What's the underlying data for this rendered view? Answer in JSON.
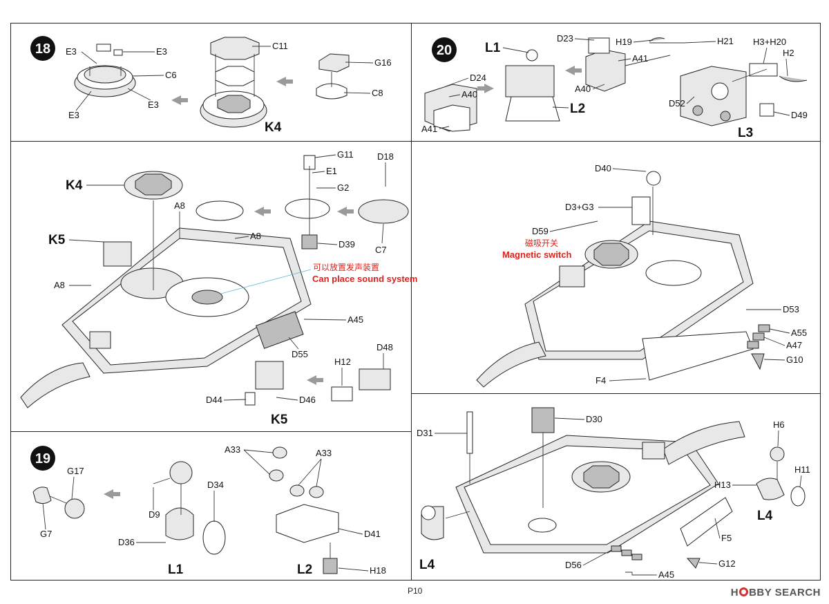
{
  "steps": {
    "s18": "18",
    "s19": "19",
    "s20": "20"
  },
  "panel18": {
    "labels": [
      "E3",
      "E3",
      "C6",
      "E3",
      "E3",
      "C11",
      "G16",
      "C8"
    ],
    "sub": "K4"
  },
  "panel20": {
    "labels": [
      "D24",
      "A40",
      "A41",
      "D23",
      "H19",
      "H21",
      "A41",
      "A40",
      "D52",
      "H3+H20",
      "H2",
      "D49"
    ],
    "subs": [
      "L1",
      "L2",
      "L3"
    ]
  },
  "panelK": {
    "labels": [
      "A8",
      "A8",
      "A8",
      "G11",
      "E1",
      "G2",
      "D18",
      "D39",
      "C7",
      "A45",
      "D55",
      "H12",
      "D48",
      "D44",
      "D46"
    ],
    "subs": [
      "K4",
      "K5",
      "K5"
    ],
    "note_cn": "可以放置发声装置",
    "note_en": "Can place sound system"
  },
  "panelM": {
    "labels": [
      "D40",
      "D3+G3",
      "D59",
      "D53",
      "A55",
      "A47",
      "G10",
      "F4"
    ],
    "note_cn": "磁吸开关",
    "note_en": "Magnetic switch"
  },
  "panel19": {
    "labels": [
      "G17",
      "G7",
      "D9",
      "D34",
      "D36",
      "A33",
      "A33",
      "D41",
      "H18"
    ],
    "subs": [
      "L1",
      "L2"
    ]
  },
  "panelR": {
    "labels": [
      "D31",
      "D30",
      "H6",
      "H13",
      "H11",
      "F5",
      "G12",
      "A45",
      "D56"
    ],
    "subs": [
      "L4",
      "L4"
    ]
  },
  "footer": {
    "page": "P10",
    "watermark_a": "H",
    "watermark_b": "BBY SEARCH"
  }
}
